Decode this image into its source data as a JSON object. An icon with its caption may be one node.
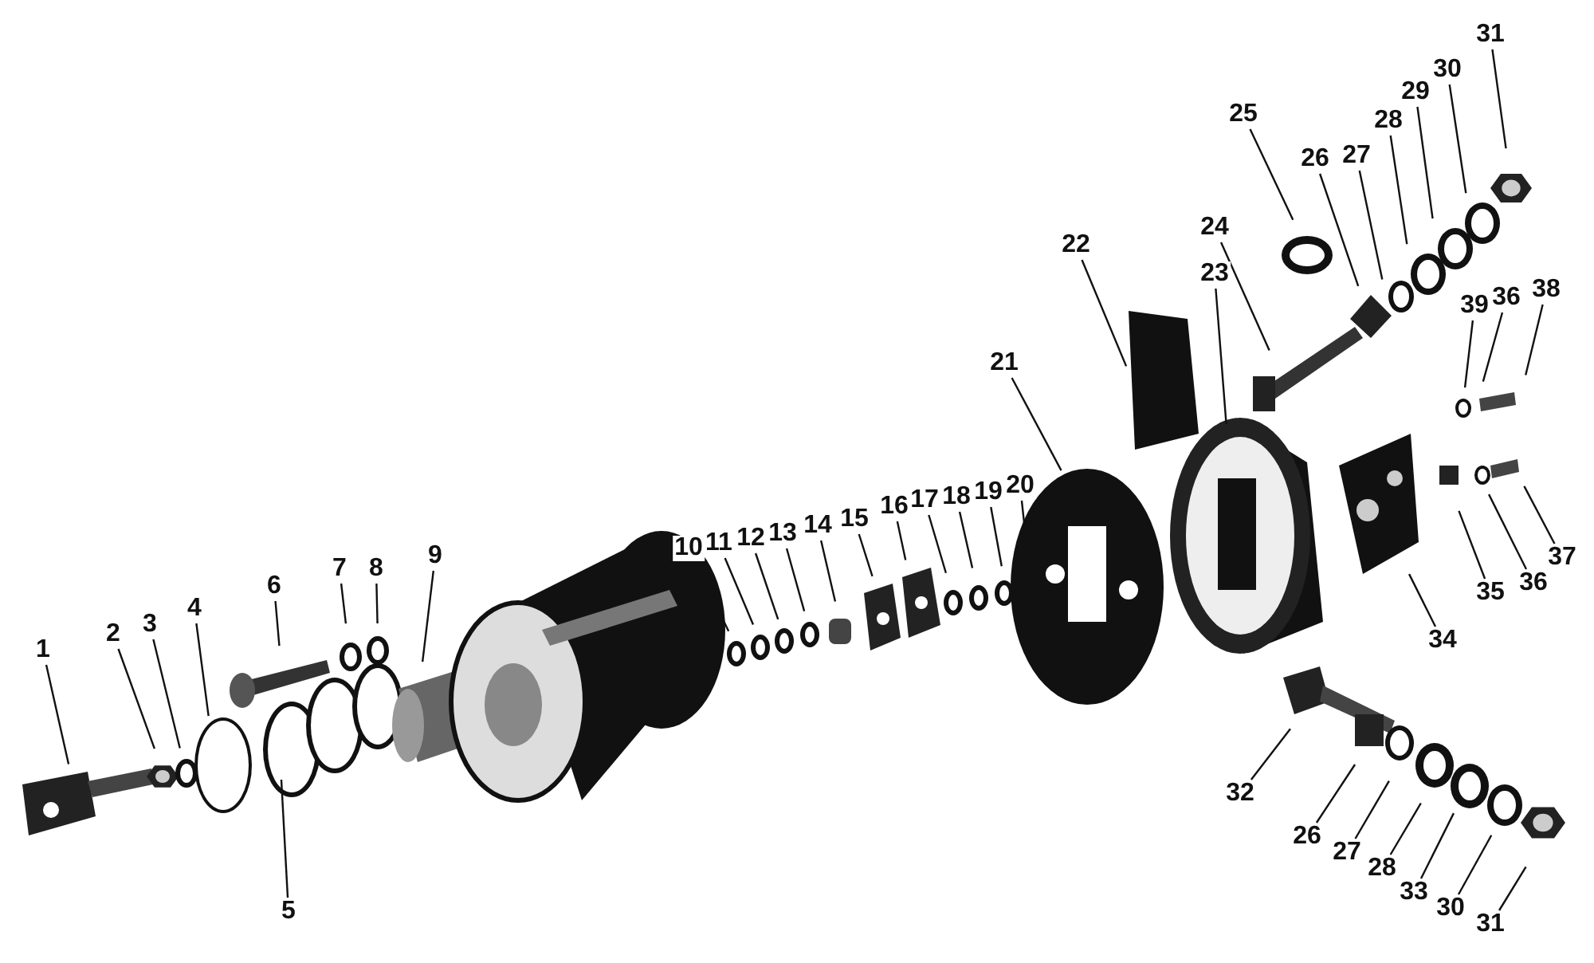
{
  "diagram": {
    "nodes": [
      {
        "text": [
          "1"
        ]
      },
      {
        "text": [
          "2"
        ]
      },
      {
        "text": [
          "3"
        ]
      },
      {
        "text": [
          "4"
        ]
      },
      {
        "text": [
          "5"
        ]
      },
      {
        "text": [
          "6"
        ]
      },
      {
        "text": [
          "7"
        ]
      },
      {
        "text": [
          "8"
        ]
      },
      {
        "text": [
          "9"
        ]
      },
      {
        "text": [
          "10"
        ]
      },
      {
        "text": [
          "11"
        ]
      },
      {
        "text": [
          "12"
        ]
      },
      {
        "text": [
          "13"
        ]
      },
      {
        "text": [
          "14"
        ]
      },
      {
        "text": [
          "15"
        ]
      },
      {
        "text": [
          "16"
        ]
      },
      {
        "text": [
          "17"
        ]
      },
      {
        "text": [
          "18"
        ]
      },
      {
        "text": [
          "19"
        ]
      },
      {
        "text": [
          "20"
        ]
      },
      {
        "text": [
          "21"
        ]
      },
      {
        "text": [
          "22"
        ]
      },
      {
        "text": [
          "23"
        ]
      },
      {
        "text": [
          "24"
        ]
      },
      {
        "text": [
          "25"
        ]
      },
      {
        "text": [
          "26"
        ]
      },
      {
        "text": [
          "27"
        ]
      },
      {
        "text": [
          "28"
        ]
      },
      {
        "text": [
          "29"
        ]
      },
      {
        "text": [
          "30"
        ]
      },
      {
        "text": [
          "31"
        ]
      },
      {
        "text": [
          "39"
        ]
      },
      {
        "text": [
          "36"
        ]
      },
      {
        "text": [
          "38"
        ]
      },
      {
        "text": [
          "35"
        ]
      },
      {
        "text": [
          "36"
        ]
      },
      {
        "text": [
          "37"
        ]
      },
      {
        "text": [
          "34"
        ]
      },
      {
        "text": [
          "32"
        ]
      },
      {
        "text": [
          "26"
        ]
      },
      {
        "text": [
          "27"
        ]
      },
      {
        "text": [
          "28"
        ]
      },
      {
        "text": [
          "33"
        ]
      },
      {
        "text": [
          "30"
        ]
      },
      {
        "text": [
          "31"
        ]
      }
    ],
    "edges": [
      {
        "from": 0,
        "to": null,
        "arrow": "none"
      },
      {
        "from": 1,
        "to": null,
        "arrow": "none"
      },
      {
        "from": 2,
        "to": null,
        "arrow": "none"
      },
      {
        "from": 3,
        "to": null,
        "arrow": "none"
      },
      {
        "from": 4,
        "to": null,
        "arrow": "none"
      },
      {
        "from": 5,
        "to": null,
        "arrow": "none"
      },
      {
        "from": 6,
        "to": null,
        "arrow": "none"
      },
      {
        "from": 7,
        "to": null,
        "arrow": "none"
      },
      {
        "from": 8,
        "to": null,
        "arrow": "none"
      },
      {
        "from": 9,
        "to": null,
        "arrow": "none"
      },
      {
        "from": 10,
        "to": null,
        "arrow": "none"
      },
      {
        "from": 11,
        "to": null,
        "arrow": "none"
      },
      {
        "from": 12,
        "to": null,
        "arrow": "none"
      },
      {
        "from": 13,
        "to": null,
        "arrow": "none"
      },
      {
        "from": 14,
        "to": null,
        "arrow": "none"
      },
      {
        "from": 15,
        "to": null,
        "arrow": "none"
      },
      {
        "from": 16,
        "to": null,
        "arrow": "none"
      },
      {
        "from": 17,
        "to": null,
        "arrow": "none"
      },
      {
        "from": 18,
        "to": null,
        "arrow": "none"
      },
      {
        "from": 19,
        "to": null,
        "arrow": "none"
      },
      {
        "from": 20,
        "to": null,
        "arrow": "none"
      },
      {
        "from": 21,
        "to": null,
        "arrow": "none"
      },
      {
        "from": 22,
        "to": null,
        "arrow": "none"
      },
      {
        "from": 23,
        "to": null,
        "arrow": "none"
      },
      {
        "from": 24,
        "to": null,
        "arrow": "none"
      },
      {
        "from": 25,
        "to": null,
        "arrow": "none"
      },
      {
        "from": 26,
        "to": null,
        "arrow": "none"
      },
      {
        "from": 27,
        "to": null,
        "arrow": "none"
      },
      {
        "from": 28,
        "to": null,
        "arrow": "none"
      },
      {
        "from": 29,
        "to": null,
        "arrow": "none"
      },
      {
        "from": 30,
        "to": null,
        "arrow": "none"
      },
      {
        "from": 31,
        "to": null,
        "arrow": "none"
      },
      {
        "from": 32,
        "to": null,
        "arrow": "none"
      },
      {
        "from": 33,
        "to": null,
        "arrow": "none"
      },
      {
        "from": 34,
        "to": null,
        "arrow": "none"
      },
      {
        "from": 35,
        "to": null,
        "arrow": "none"
      },
      {
        "from": 36,
        "to": null,
        "arrow": "none"
      },
      {
        "from": 37,
        "to": null,
        "arrow": "none"
      },
      {
        "from": 38,
        "to": null,
        "arrow": "none"
      },
      {
        "from": 39,
        "to": null,
        "arrow": "none"
      },
      {
        "from": 40,
        "to": null,
        "arrow": "none"
      },
      {
        "from": 41,
        "to": null,
        "arrow": "none"
      },
      {
        "from": 42,
        "to": null,
        "arrow": "none"
      },
      {
        "from": 43,
        "to": null,
        "arrow": "none"
      },
      {
        "from": 44,
        "to": null,
        "arrow": "none"
      }
    ]
  }
}
